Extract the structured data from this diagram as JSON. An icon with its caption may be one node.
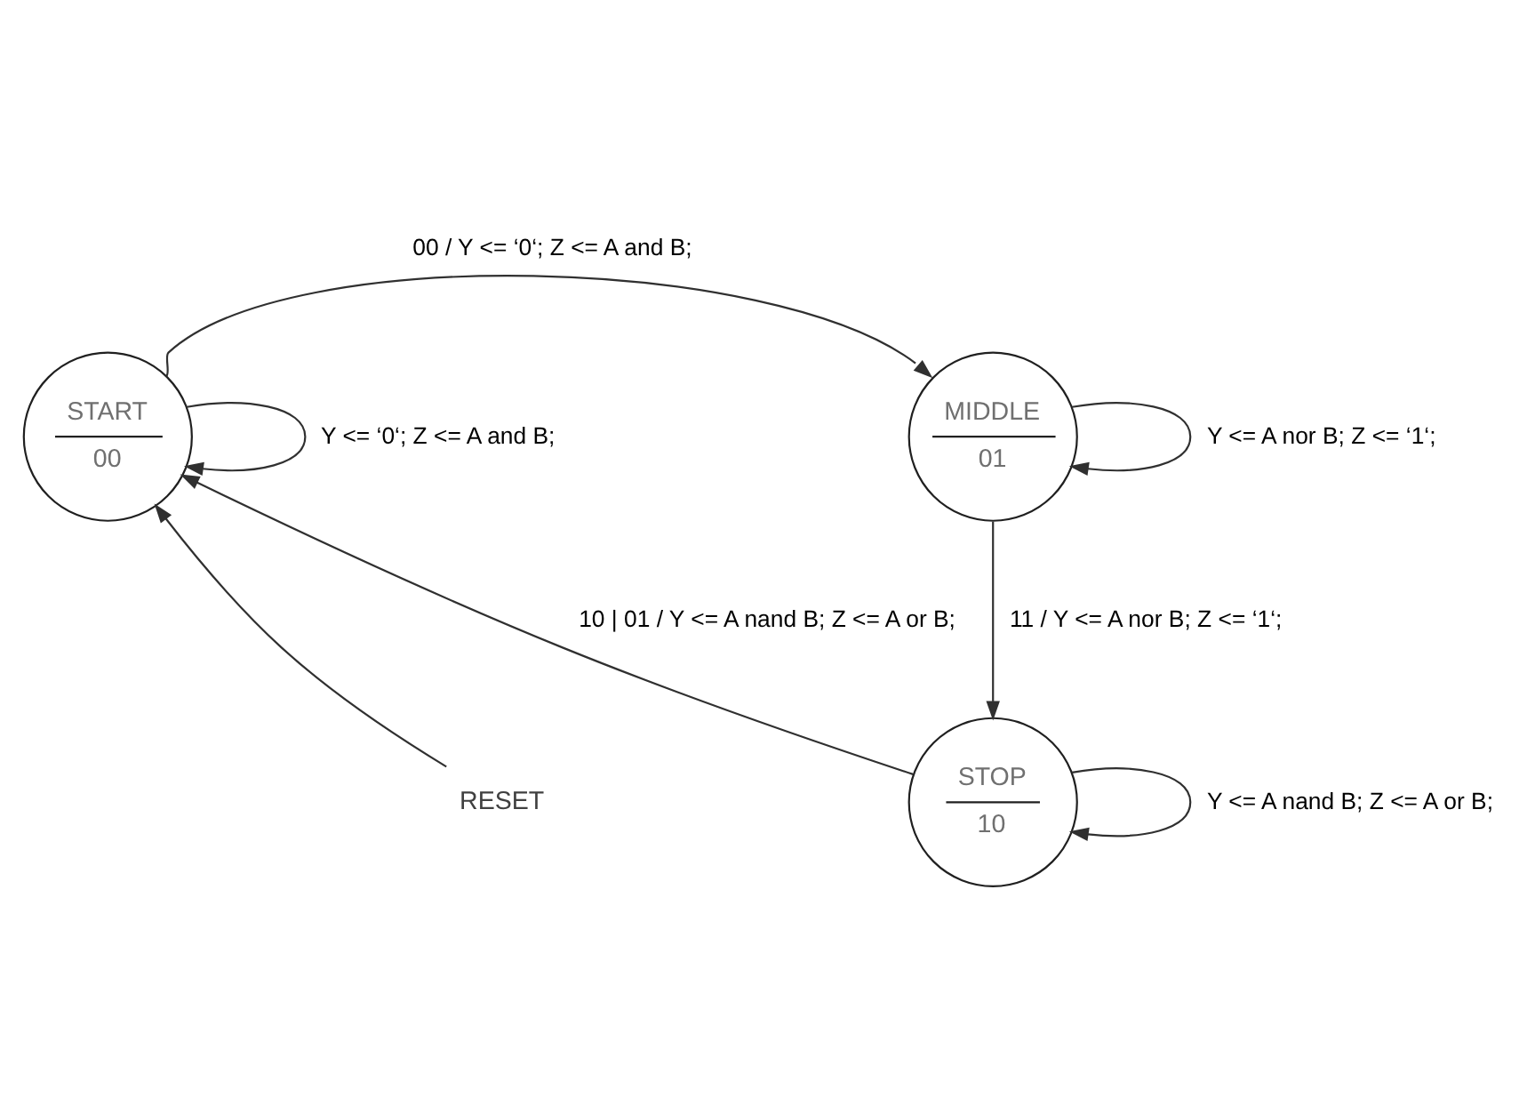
{
  "diagram": {
    "nodes": [
      {
        "text": [
          "START",
          "00"
        ]
      },
      {
        "text": [
          "MIDDLE",
          "01"
        ]
      },
      {
        "text": [
          "STOP",
          "10"
        ]
      },
      {
        "text": [
          "RESET"
        ]
      }
    ],
    "edges": [
      {
        "from": 0,
        "to": 0,
        "arrow": "to",
        "label": "Y <= ‘0‘; Z <= A and B;"
      },
      {
        "from": 0,
        "to": 1,
        "arrow": "to",
        "label": "00 / Y <= ‘0‘; Z <= A and B;"
      },
      {
        "from": 1,
        "to": 1,
        "arrow": "to",
        "label": "Y <= A nor B; Z <= ‘1‘;"
      },
      {
        "from": 1,
        "to": 2,
        "arrow": "to",
        "label": "11 / Y <= A nor B; Z <= ‘1‘;"
      },
      {
        "from": 2,
        "to": 0,
        "arrow": "to",
        "label": "10 | 01 / Y <= A nand B; Z <= A or B;"
      },
      {
        "from": 2,
        "to": 2,
        "arrow": "to",
        "label": "Y <= A nand B; Z <= A or B;"
      },
      {
        "from": 3,
        "to": 0,
        "arrow": "to"
      }
    ]
  }
}
